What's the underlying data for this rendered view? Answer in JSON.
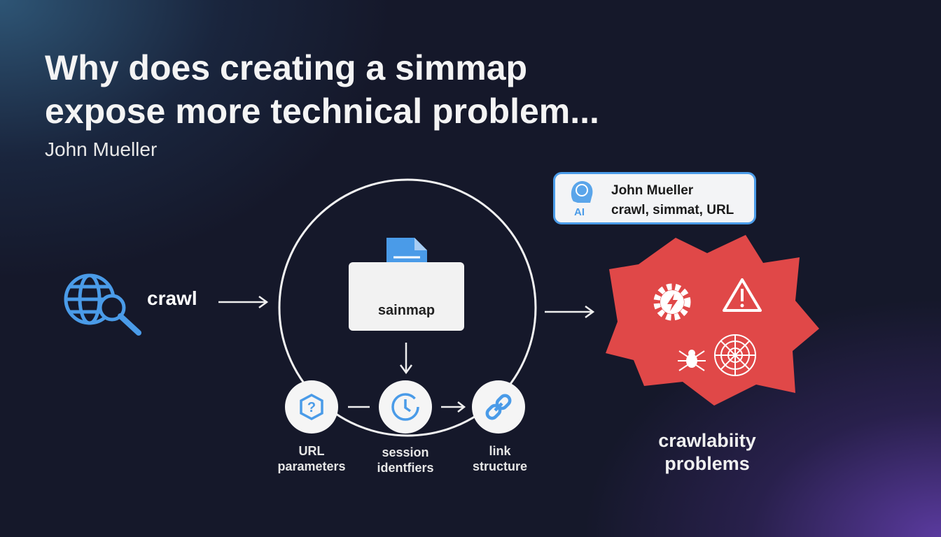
{
  "title_line1": "Why does creating a simmap",
  "title_line2": "expose more technical problem...",
  "author": "John Mueller",
  "crawl_label": "crawl",
  "sitemap_label": "sainmap",
  "ai_card": {
    "badge": "AI",
    "name": "John Mueller",
    "keywords": "crawl, simmat, URL"
  },
  "nodes": [
    {
      "line1": "URL",
      "line2": "parameters"
    },
    {
      "line1": "session",
      "line2": "identfiers"
    },
    {
      "line1": "link",
      "line2": "structure"
    }
  ],
  "problem_label_line1": "crawlabiity",
  "problem_label_line2": "problems",
  "colors": {
    "accent": "#4a9be8",
    "burst": "#e04848"
  }
}
